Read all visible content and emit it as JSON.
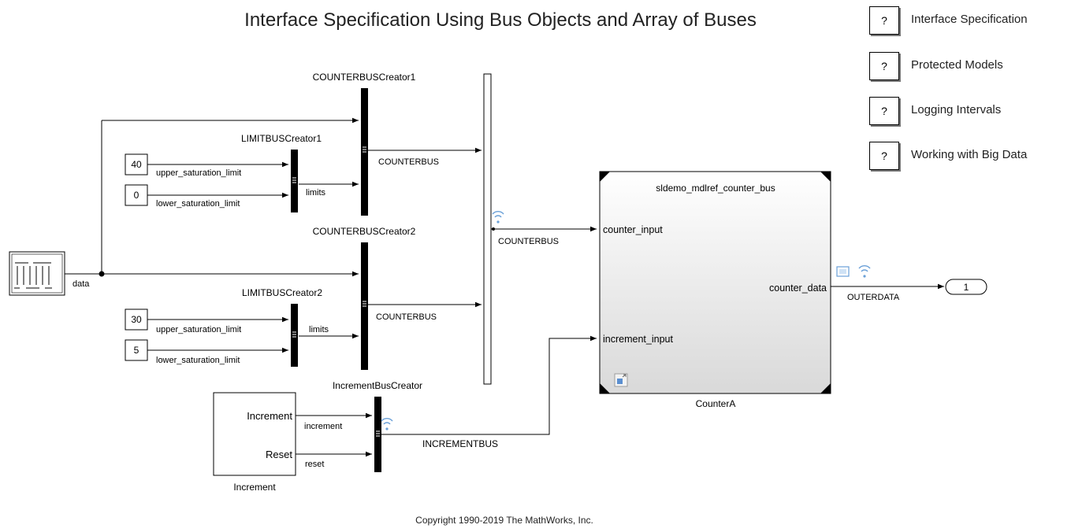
{
  "title": "Interface Specification Using Bus Objects and Array of Buses",
  "copyright": "Copyright 1990-2019 The MathWorks, Inc.",
  "help_links": [
    {
      "icon": "?",
      "label": "Interface Specification"
    },
    {
      "icon": "?",
      "label": "Protected Models"
    },
    {
      "icon": "?",
      "label": "Logging Intervals"
    },
    {
      "icon": "?",
      "label": "Working with Big Data"
    }
  ],
  "blocks": {
    "source_signal": "data",
    "counter_bus_creator_1": "COUNTERBUSCreator1",
    "counter_bus_creator_2": "COUNTERBUSCreator2",
    "limit_bus_creator_1": "LIMITBUSCreator1",
    "limit_bus_creator_2": "LIMITBUSCreator2",
    "increment_bus_creator": "IncrementBusCreator",
    "const_upper_1": "40",
    "const_lower_1": "0",
    "const_upper_2": "30",
    "const_lower_2": "5",
    "increment_block": {
      "name": "Increment",
      "port_increment": "Increment",
      "port_reset": "Reset"
    },
    "model_ref": {
      "model_name": "sldemo_mdlref_counter_bus",
      "block_name": "CounterA",
      "in_counter": "counter_input",
      "in_increment": "increment_input",
      "out_data": "counter_data"
    },
    "outport": "1"
  },
  "signals": {
    "upper_1": "upper_saturation_limit",
    "lower_1": "lower_saturation_limit",
    "upper_2": "upper_saturation_limit",
    "lower_2": "lower_saturation_limit",
    "limits_1": "limits",
    "limits_2": "limits",
    "counterbus_1": "COUNTERBUS",
    "counterbus_2": "COUNTERBUS",
    "counterbus_out": "COUNTERBUS",
    "increment": "increment",
    "reset": "reset",
    "incrementbus": "INCREMENTBUS",
    "outerdata": "OUTERDATA"
  }
}
